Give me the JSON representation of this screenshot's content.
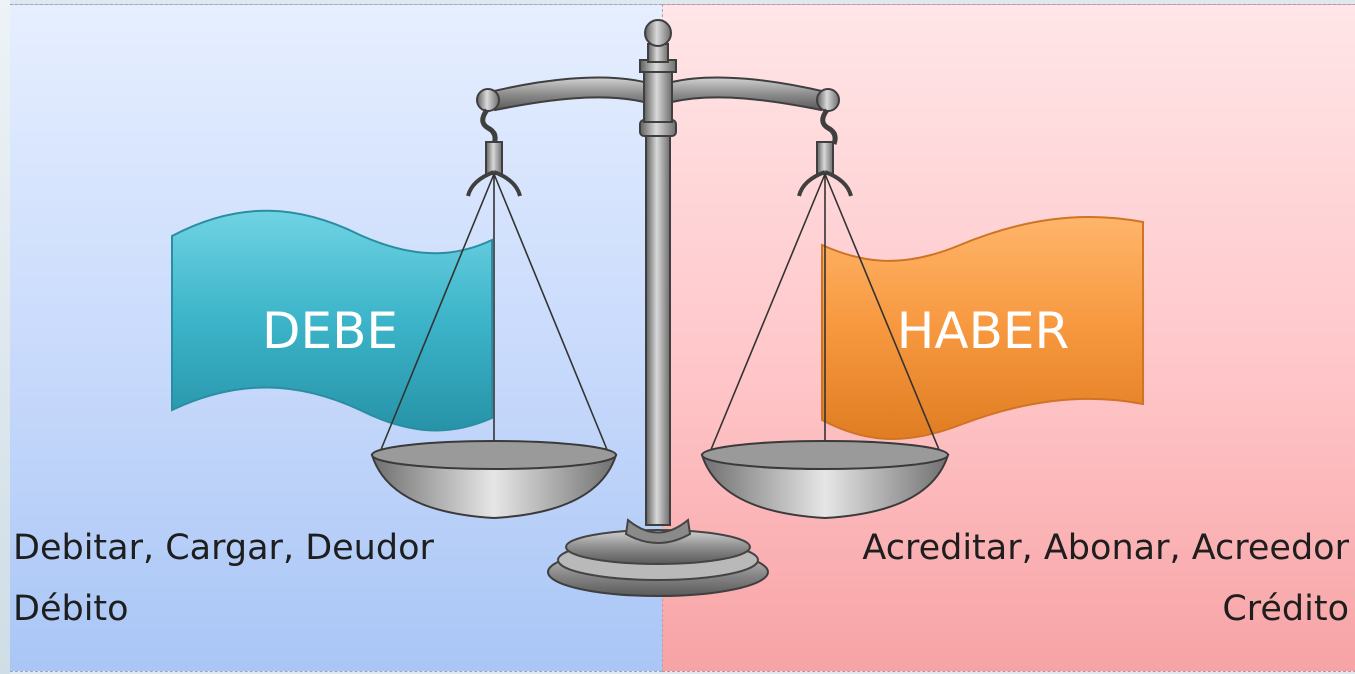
{
  "banners": {
    "left_label": "DEBE",
    "right_label": "HABER"
  },
  "captions": {
    "debe_line1": "Debitar, Cargar, Deudor",
    "debe_line2": "Débito",
    "haber_line1": "Acreditar, Abonar, Acreedor",
    "haber_line2": "Crédito"
  },
  "colors": {
    "debe_side_bg": "#c7d9fb",
    "haber_side_bg": "#ffc6c9",
    "debe_banner": "#3cb4c9",
    "haber_banner": "#f7983f",
    "scale_metal": "#8c8c8c"
  },
  "icons": {
    "central_figure": "balance-scale-icon"
  }
}
